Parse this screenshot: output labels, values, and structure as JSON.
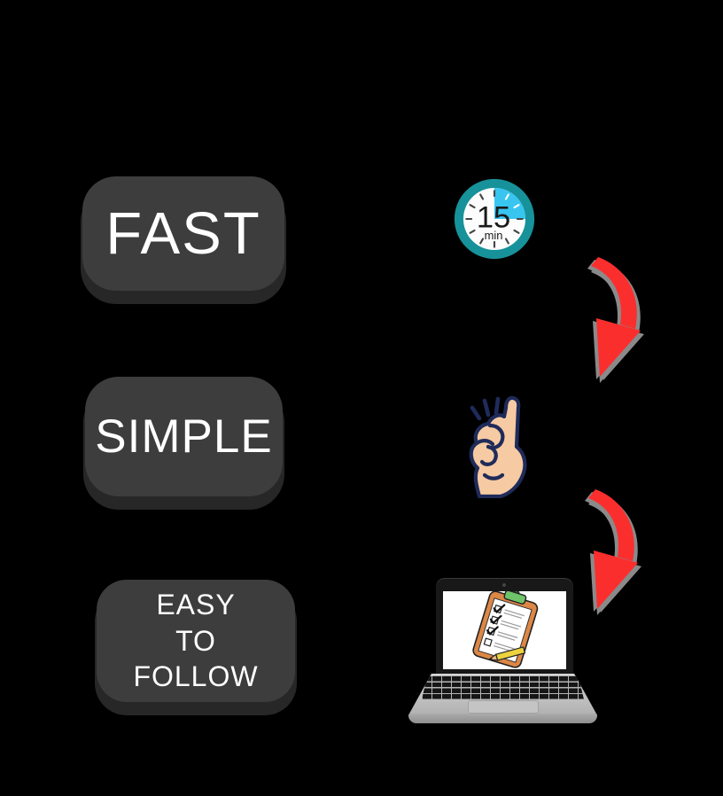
{
  "page": {
    "background": "#000000"
  },
  "badges": {
    "fast": {
      "label": "FAST"
    },
    "simple": {
      "label": "SIMPLE"
    },
    "easy": {
      "label": "EASY\nTO\nFOLLOW"
    }
  },
  "timer": {
    "value": "15",
    "unit": "min"
  },
  "icons": {
    "timer": "timer-15min-icon",
    "snap": "snapping-fingers-icon",
    "laptop": "laptop-checklist-icon",
    "arrow_top": "curved-down-arrow-icon",
    "arrow_bottom": "curved-down-arrow-icon"
  },
  "colors": {
    "badge_bg": "#3d3d3d",
    "badge_text": "#ffffff",
    "badge_shadow": "#272727",
    "arrow_red": "#fb2e2e",
    "arrow_shadow": "#8a8a8a",
    "timer_ring": "#17929a",
    "timer_face": "#fdfdfd",
    "timer_wedge": "#38c5f0",
    "timer_text": "#1a1a1a",
    "hand_skin": "#f6caa2",
    "hand_outline": "#1f2b5a",
    "clipboard_frame": "#dd8746",
    "clip_green": "#6fc369",
    "pencil_yellow": "#ecd23e",
    "laptop_body": "#c6c6c6"
  }
}
